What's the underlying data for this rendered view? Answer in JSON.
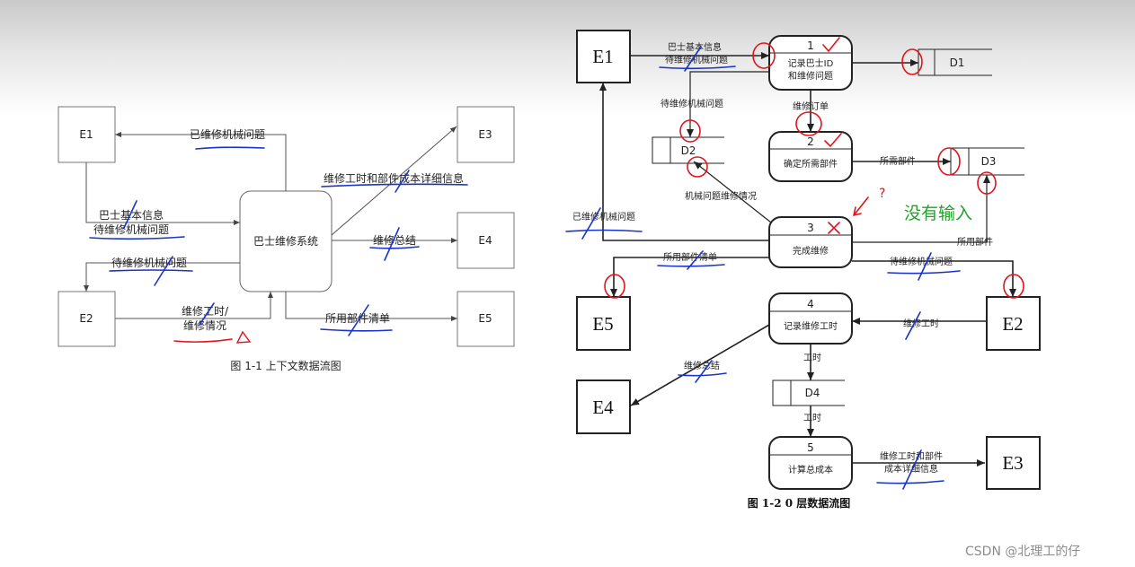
{
  "left_diagram": {
    "center": "巴士维修系统",
    "entities": {
      "e1": "E1",
      "e2": "E2",
      "e3": "E3",
      "e4": "E4",
      "e5": "E5"
    },
    "flows": {
      "sys_to_e1": "已维修机械问题",
      "e1_to_sys_1": "巴士基本信息",
      "e1_to_sys_2": "待维修机械问题",
      "sys_to_e2": "待维修机械问题",
      "e2_to_sys_1": "维修工时/",
      "e2_to_sys_2": "维修情况",
      "sys_to_e3": "维修工时和部件成本详细信息",
      "sys_to_e4": "维修总结",
      "sys_to_e5": "所用部件清单"
    },
    "caption": "图  1-1  上下文数据流图"
  },
  "right_diagram": {
    "entities": {
      "e1": "E1",
      "e2": "E2",
      "e3": "E3",
      "e4": "E4",
      "e5": "E5"
    },
    "processes": [
      {
        "id": "1",
        "line1": "记录巴士ID",
        "line2": "和维修问题"
      },
      {
        "id": "2",
        "line1": "确定所需部件",
        "line2": ""
      },
      {
        "id": "3",
        "line1": "完成维修",
        "line2": ""
      },
      {
        "id": "4",
        "line1": "记录维修工时",
        "line2": ""
      },
      {
        "id": "5",
        "line1": "计算总成本",
        "line2": ""
      }
    ],
    "stores": {
      "d1": "D1",
      "d2": "D2",
      "d3": "D3",
      "d4": "D4"
    },
    "flows": {
      "e1_p1_1": "巴士基本信息",
      "e1_p1_2": "待维修机械问题",
      "p1_d2": "待维修机械问题",
      "p1_p2": "维修订单",
      "p2_d3": "所需部件",
      "p3_d2": "机械问题维修情况",
      "p3_e1": "已维修机械问题",
      "d3_p3": "所用部件",
      "p3_e5": "所用部件清单",
      "p3_e2": "待维修机械问题",
      "e2_p4": "维修工时",
      "p4_e4": "维修总结",
      "p4_d4": "工时",
      "d4_p5": "工时",
      "p5_e3_1": "维修工时和部件",
      "p5_e3_2": "成本详细信息"
    },
    "caption": "图 1-2 0 层数据流图"
  },
  "annotations": {
    "no_input": "没有输入",
    "question": "?"
  },
  "watermark": "CSDN @北理工的仔",
  "colors": {
    "annotation_red": "#e2141b",
    "annotation_blue": "#1a34c8",
    "note_green": "#22a22a"
  }
}
